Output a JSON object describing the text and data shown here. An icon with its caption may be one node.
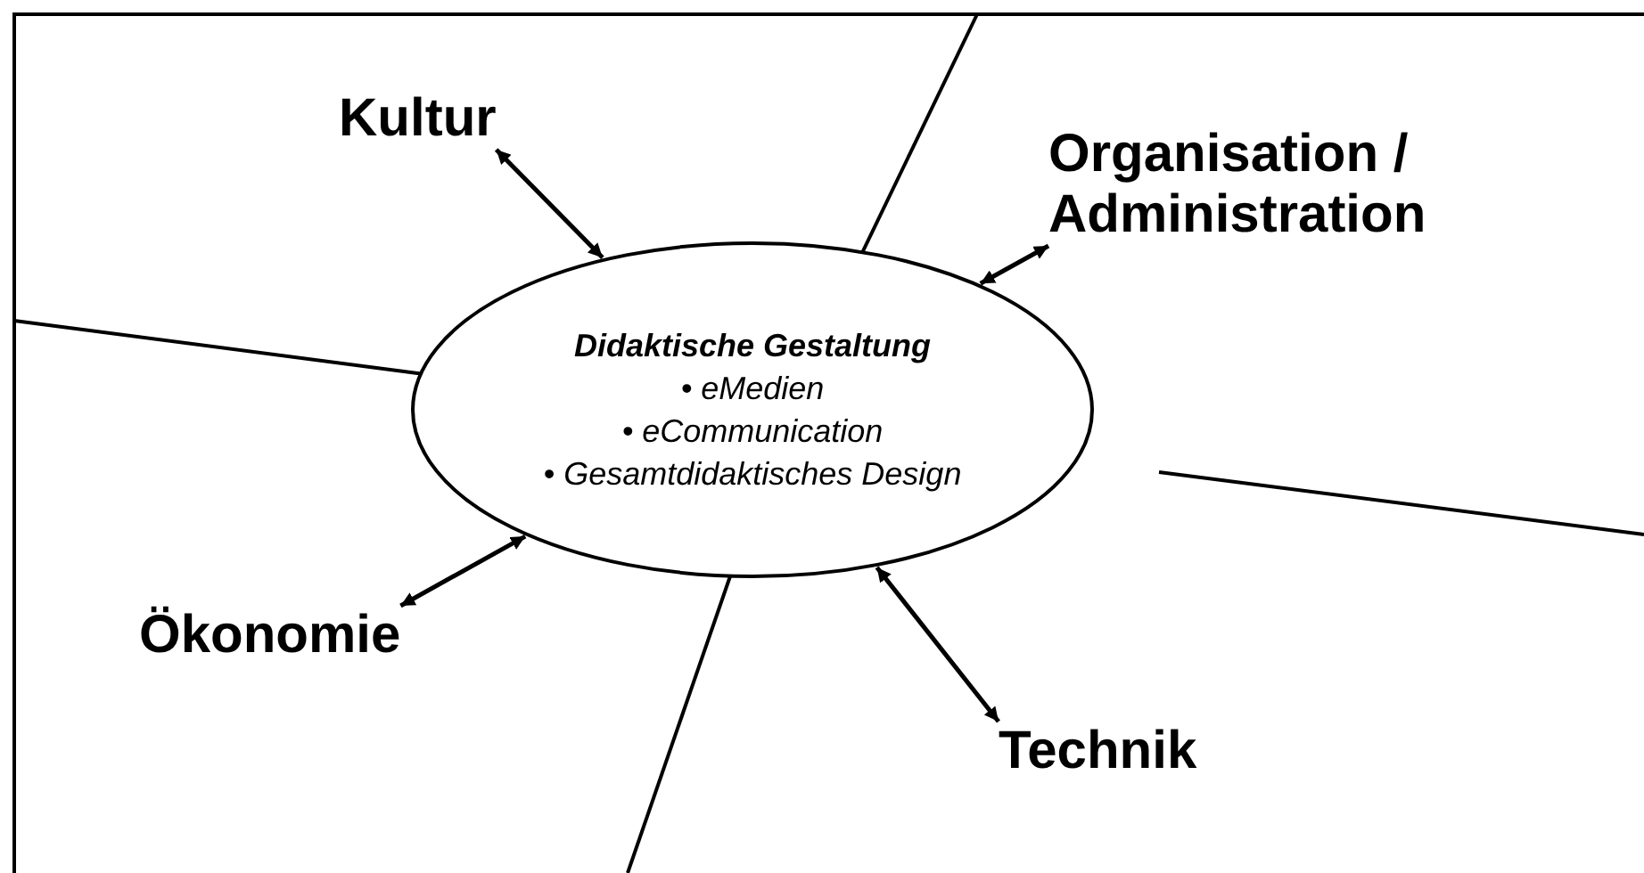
{
  "diagram": {
    "nodes": [
      {
        "text": [
          "Kultur"
        ]
      },
      {
        "text": [
          "Organisation / Administration"
        ]
      },
      {
        "text": [
          "Didaktische Gestaltung",
          "• eMedien",
          "• eCommunication",
          "• Gesamtdidaktisches Design"
        ]
      },
      {
        "text": [
          "Ökonomie"
        ]
      },
      {
        "text": [
          "Technik"
        ]
      }
    ],
    "edges": [
      {
        "from": 0,
        "to": 2,
        "arrow": "both"
      },
      {
        "from": 1,
        "to": 2,
        "arrow": "both"
      },
      {
        "from": 3,
        "to": 2,
        "arrow": "both"
      },
      {
        "from": 4,
        "to": 2,
        "arrow": "both"
      }
    ]
  }
}
